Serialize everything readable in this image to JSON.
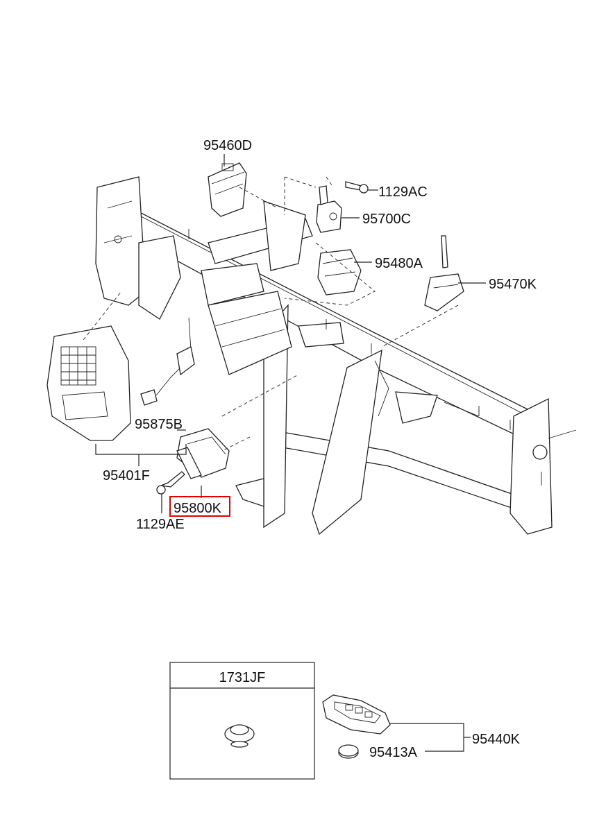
{
  "parts": {
    "p95460D": "95460D",
    "p1129AC": "1129AC",
    "p95700C": "95700C",
    "p95480A": "95480A",
    "p95470K": "95470K",
    "p95875B": "95875B",
    "p95401F": "95401F",
    "p95800K": "95800K",
    "p1129AE": "1129AE",
    "p1731JF": "1731JF",
    "p95440K": "95440K",
    "p95413A": "95413A"
  },
  "highlight": {
    "part": "95800K",
    "color": "#e00000"
  }
}
